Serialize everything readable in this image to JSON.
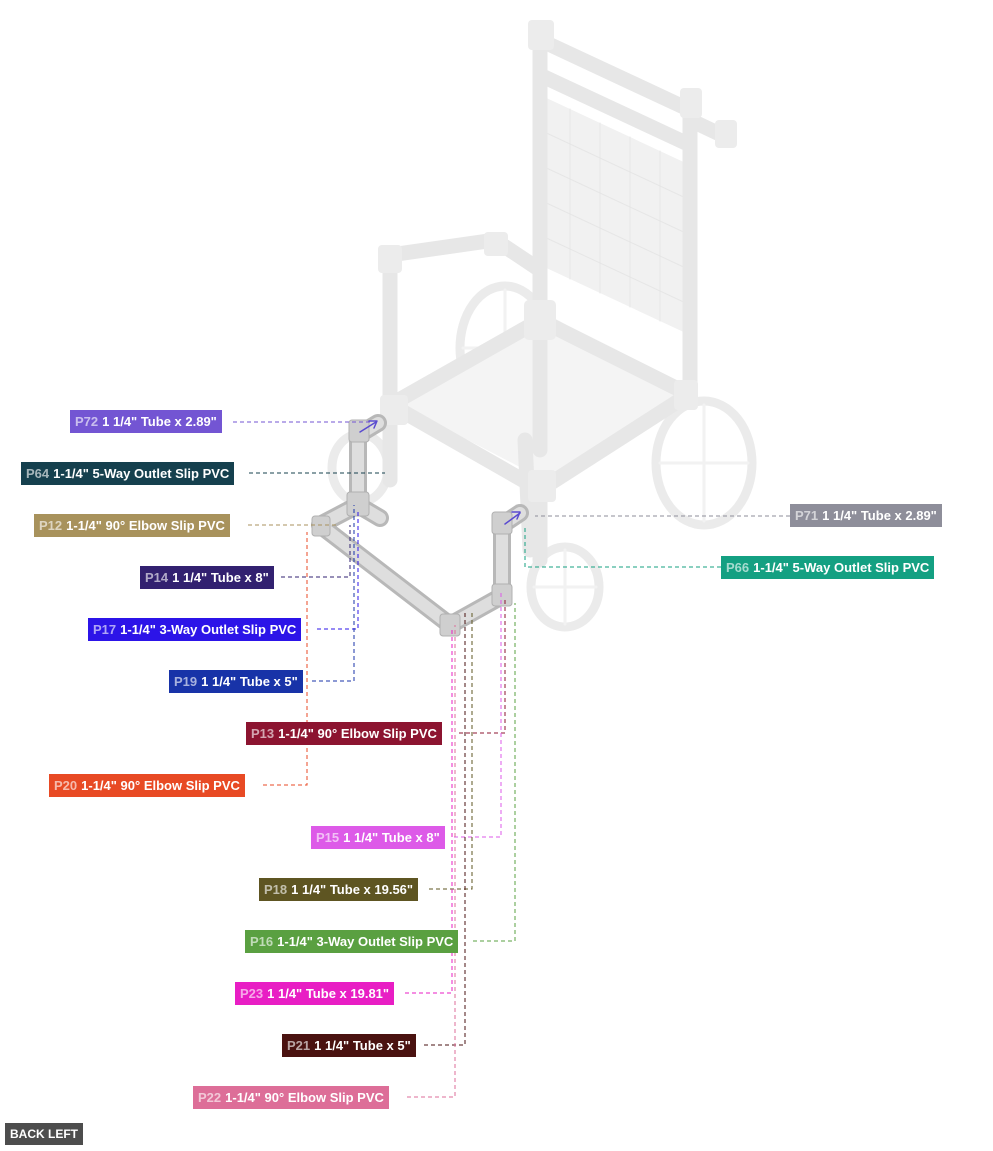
{
  "view": "BACK LEFT",
  "parts": [
    {
      "id": "P72",
      "name": "1 1/4\" Tube x 2.89\"",
      "color": "#7355d3"
    },
    {
      "id": "P64",
      "name": "1-1/4\" 5-Way Outlet Slip PVC",
      "color": "#15404e"
    },
    {
      "id": "P12",
      "name": "1-1/4\" 90° Elbow Slip PVC",
      "color": "#a8925c"
    },
    {
      "id": "P14",
      "name": "1 1/4\" Tube x 8\"",
      "color": "#322170"
    },
    {
      "id": "P17",
      "name": "1-1/4\" 3-Way Outlet Slip PVC",
      "color": "#2c14e8"
    },
    {
      "id": "P19",
      "name": "1 1/4\" Tube x 5\"",
      "color": "#1833a8"
    },
    {
      "id": "P13",
      "name": "1-1/4\" 90° Elbow Slip PVC",
      "color": "#8c1430"
    },
    {
      "id": "P20",
      "name": "1-1/4\" 90° Elbow Slip PVC",
      "color": "#e84a24"
    },
    {
      "id": "P15",
      "name": "1 1/4\" Tube x 8\"",
      "color": "#dd5ae8"
    },
    {
      "id": "P18",
      "name": "1 1/4\" Tube x 19.56\"",
      "color": "#5e5522"
    },
    {
      "id": "P16",
      "name": "1-1/4\" 3-Way Outlet Slip PVC",
      "color": "#5aa041"
    },
    {
      "id": "P23",
      "name": "1 1/4\" Tube x 19.81\"",
      "color": "#e81ec4"
    },
    {
      "id": "P21",
      "name": "1 1/4\" Tube x 5\"",
      "color": "#4a1210"
    },
    {
      "id": "P22",
      "name": "1-1/4\" 90° Elbow Slip PVC",
      "color": "#dd6e98"
    },
    {
      "id": "P71",
      "name": "1 1/4\" Tube x 2.89\"",
      "color": "#8e8e9a"
    },
    {
      "id": "P66",
      "name": "1-1/4\" 5-Way Outlet Slip PVC",
      "color": "#14a082"
    }
  ]
}
